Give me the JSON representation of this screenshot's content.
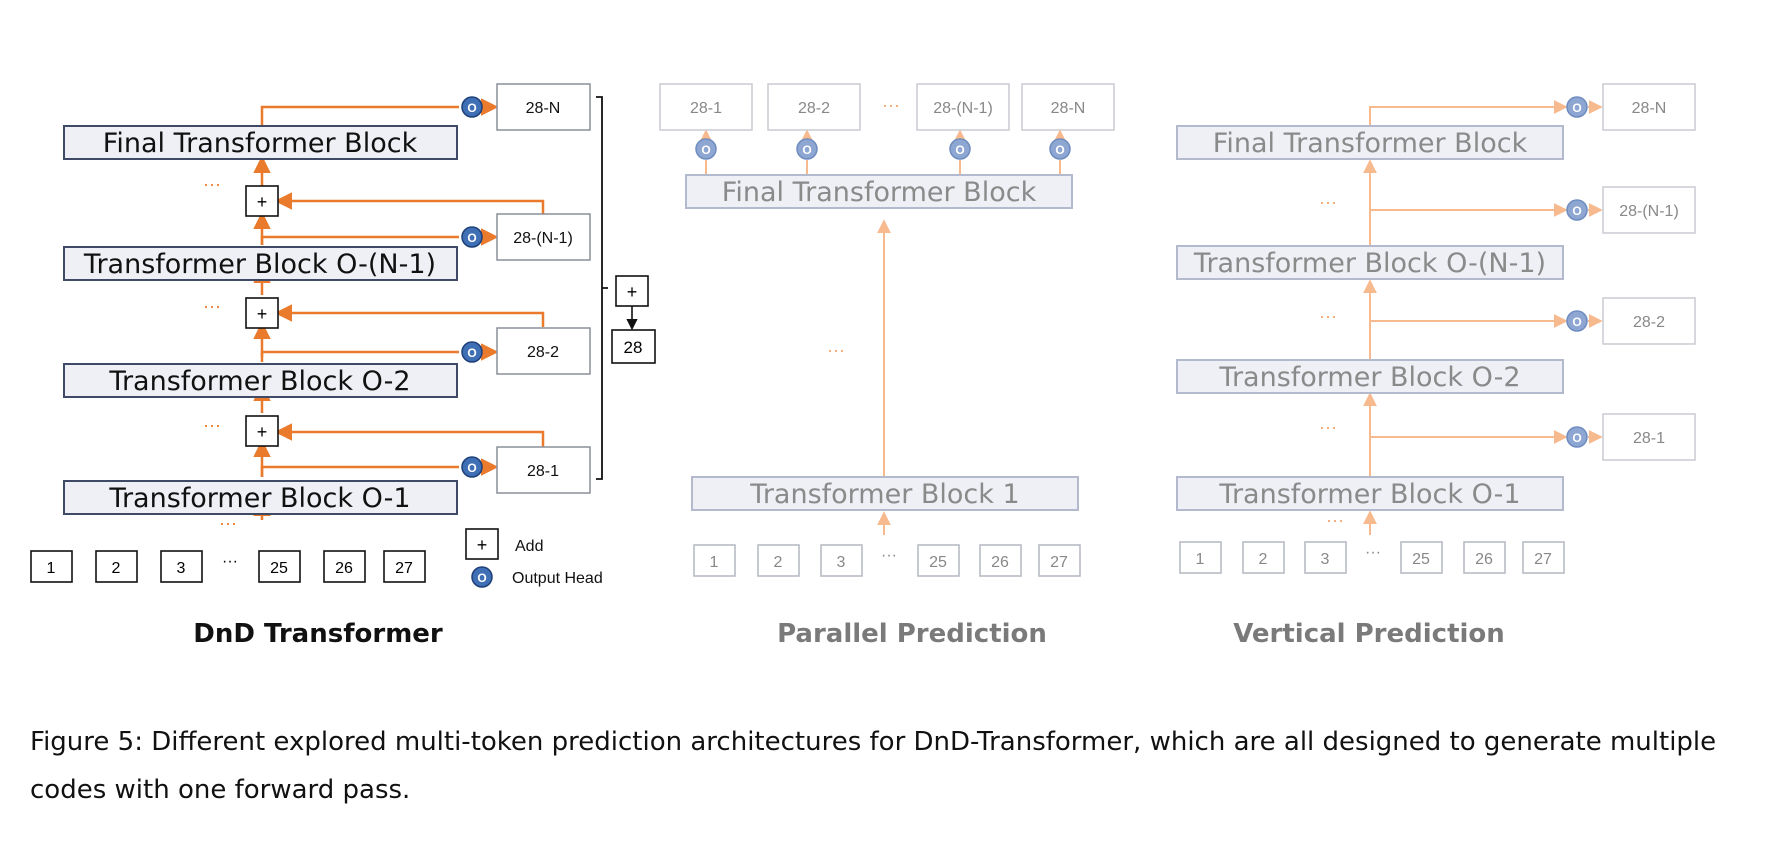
{
  "colors": {
    "orange": "#ea7a2c",
    "orange_light": "#f7b98e",
    "block_fill": "#eef0f6",
    "block_stroke": "#3e4a66",
    "block_stroke_light": "#b4bace",
    "head_fill": "#3f6fb5",
    "head_fill_light": "#8ea6d2"
  },
  "dnd": {
    "title": "DnD Transformer",
    "blocks": [
      "Final Transformer Block",
      "Transformer Block O-(N-1)",
      "Transformer Block O-2",
      "Transformer Block O-1"
    ],
    "outputs": [
      "28-N",
      "28-(N-1)",
      "28-2",
      "28-1"
    ],
    "inputs": [
      "1",
      "2",
      "3",
      "25",
      "26",
      "27"
    ],
    "sum_output": "28",
    "add_symbol": "+",
    "head_symbol": "O",
    "ellipsis": "···",
    "legend": {
      "add_label": "Add",
      "head_label": "Output Head"
    }
  },
  "parallel": {
    "title": "Parallel Prediction",
    "top_block": "Final Transformer Block",
    "bottom_block": "Transformer Block 1",
    "outputs": [
      "28-1",
      "28-2",
      "28-(N-1)",
      "28-N"
    ],
    "inputs": [
      "1",
      "2",
      "3",
      "25",
      "26",
      "27"
    ],
    "head_symbol": "O",
    "ellipsis": "···"
  },
  "vertical": {
    "title": "Vertical Prediction",
    "blocks": [
      "Final Transformer Block",
      "Transformer Block O-(N-1)",
      "Transformer Block O-2",
      "Transformer Block O-1"
    ],
    "outputs": [
      "28-N",
      "28-(N-1)",
      "28-2",
      "28-1"
    ],
    "inputs": [
      "1",
      "2",
      "3",
      "25",
      "26",
      "27"
    ],
    "head_symbol": "O",
    "ellipsis": "···"
  },
  "caption": "Figure 5: Different explored multi-token prediction architectures for DnD-Transformer, which are all designed to generate multiple codes with one forward pass."
}
